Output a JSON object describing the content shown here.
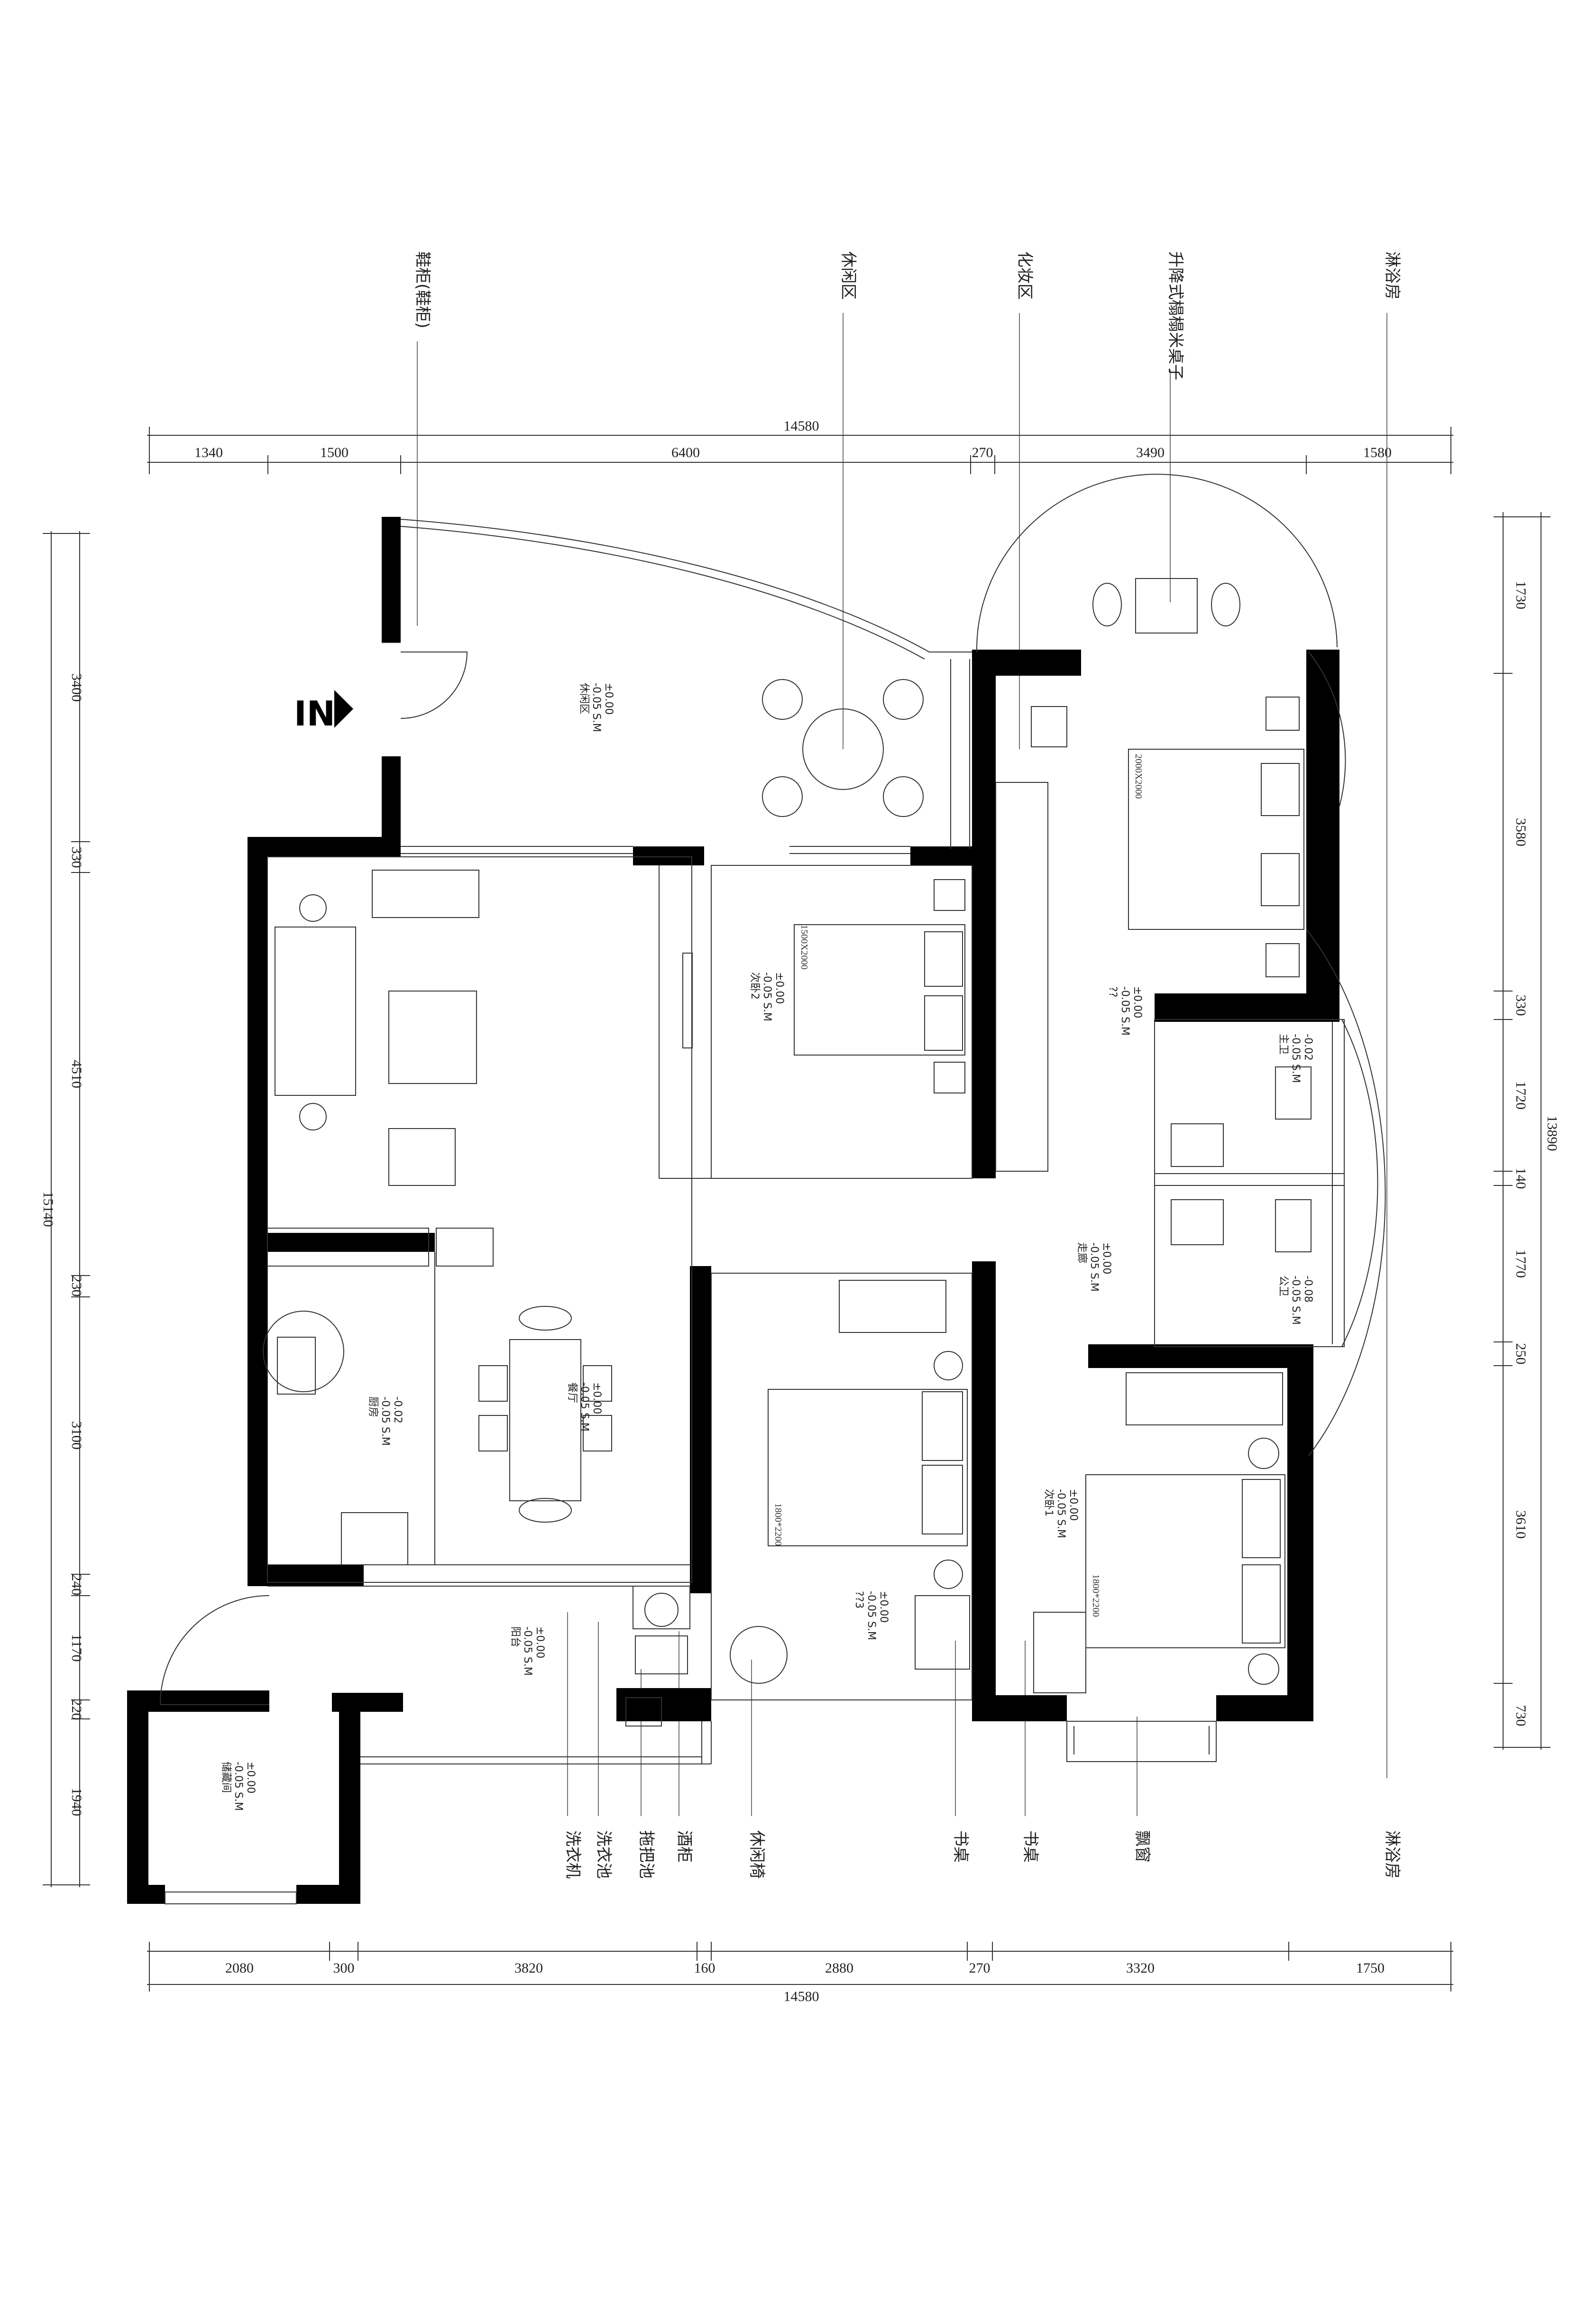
{
  "entrance_mark": "IN",
  "top_dims": {
    "total": "14580",
    "segments": [
      "1340",
      "1500",
      "6400",
      "270",
      "3490",
      "1580"
    ]
  },
  "bottom_dims": {
    "total": "14580",
    "segments": [
      "2080",
      "300",
      "3820",
      "160",
      "2880",
      "270",
      "3320",
      "1750"
    ]
  },
  "left_dims": {
    "total": "15140",
    "segments": [
      "3400",
      "330",
      "4510",
      "230",
      "3100",
      "240",
      "1170",
      "220",
      "1940"
    ]
  },
  "right_dims": {
    "total": "13890",
    "segments": [
      "1730",
      "3580",
      "330",
      "1720",
      "140",
      "1770",
      "250",
      "3610",
      "730"
    ]
  },
  "top_labels": [
    "鞋柜(鞋柜)",
    "休闲区",
    "化妆区",
    "升降式榻榻米桌子",
    "淋浴房"
  ],
  "bottom_labels": [
    "洗衣机",
    "洗衣池",
    "拖把池",
    "酒柜",
    "休闲椅",
    "书桌",
    "书桌",
    "飘窗",
    "淋浴房"
  ],
  "bed_sizes": [
    "2000X2000",
    "1500X2000",
    "1800*2200",
    "1800*2200"
  ],
  "room_tags": {
    "garden": [
      "休闲区",
      "-0.05 S.M",
      "±0.00"
    ],
    "bedroom2": [
      "次卧2",
      "-0.05 S.M",
      "±0.00"
    ],
    "master": [
      "??",
      "-0.05 S.M",
      "±0.00"
    ],
    "bath1": [
      "主卫",
      "-0.05 S.M",
      "-0.02"
    ],
    "bath2": [
      "公卫",
      "-0.05 S.M",
      "-0.08"
    ],
    "hall": [
      "走廊",
      "-0.05 S.M",
      "±0.00"
    ],
    "kitchen": [
      "厨房",
      "-0.05 S.M",
      "-0.02"
    ],
    "dining": [
      "餐厅",
      "-0.05 S.M",
      "±0.00"
    ],
    "study": [
      "??3",
      "-0.05 S.M",
      "±0.00"
    ],
    "bedroom1": [
      "次卧1",
      "-0.05 S.M",
      "±0.00"
    ],
    "balcony": [
      "阳台",
      "-0.05 S.M",
      "±0.00"
    ],
    "storage": [
      "储藏间",
      "-0.05 S.M",
      "±0.00"
    ]
  },
  "colors": {
    "wall": "#000000",
    "line": "#333333"
  }
}
